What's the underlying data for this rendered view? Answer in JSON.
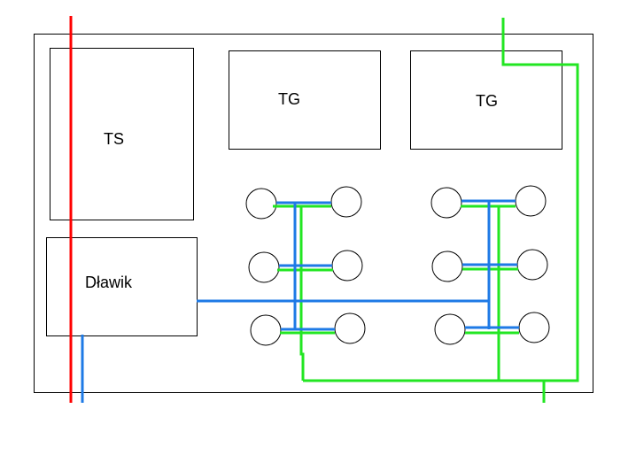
{
  "labels": {
    "ts": "TS",
    "tg_left": "TG",
    "tg_right": "TG",
    "choke": "Dławik"
  },
  "colors": {
    "phase": "#ff0000",
    "neutral": "#1e7ae6",
    "earth": "#22e622",
    "outline": "#000000",
    "background": "#ffffff"
  },
  "components": {
    "capacitor_banks": 2,
    "capacitors_per_bank": 6
  }
}
